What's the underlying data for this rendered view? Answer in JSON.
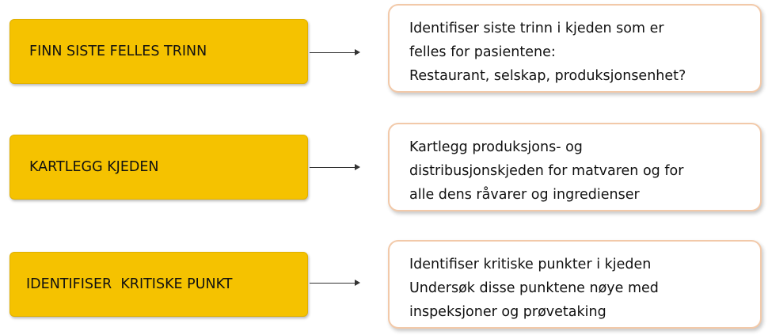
{
  "rows": [
    {
      "step": "FINN SISTE FELLES TRINN",
      "lines": [
        "Identifiser siste trinn i kjeden som er",
        "felles for pasientene:",
        "Restaurant, selskap, produksjonsenhet?"
      ]
    },
    {
      "step": "KARTLEGG KJEDEN",
      "lines": [
        "Kartlegg produksjons- og",
        "distribusjonskjeden for matvaren og for",
        "alle dens råvarer og ingredienser"
      ]
    },
    {
      "step": "IDENTIFISER  KRITISKE PUNKT",
      "lines": [
        "Identifiser kritiske punkter i kjeden",
        "Undersøk disse punktene nøye med",
        "inspeksjoner og prøvetaking"
      ]
    }
  ]
}
